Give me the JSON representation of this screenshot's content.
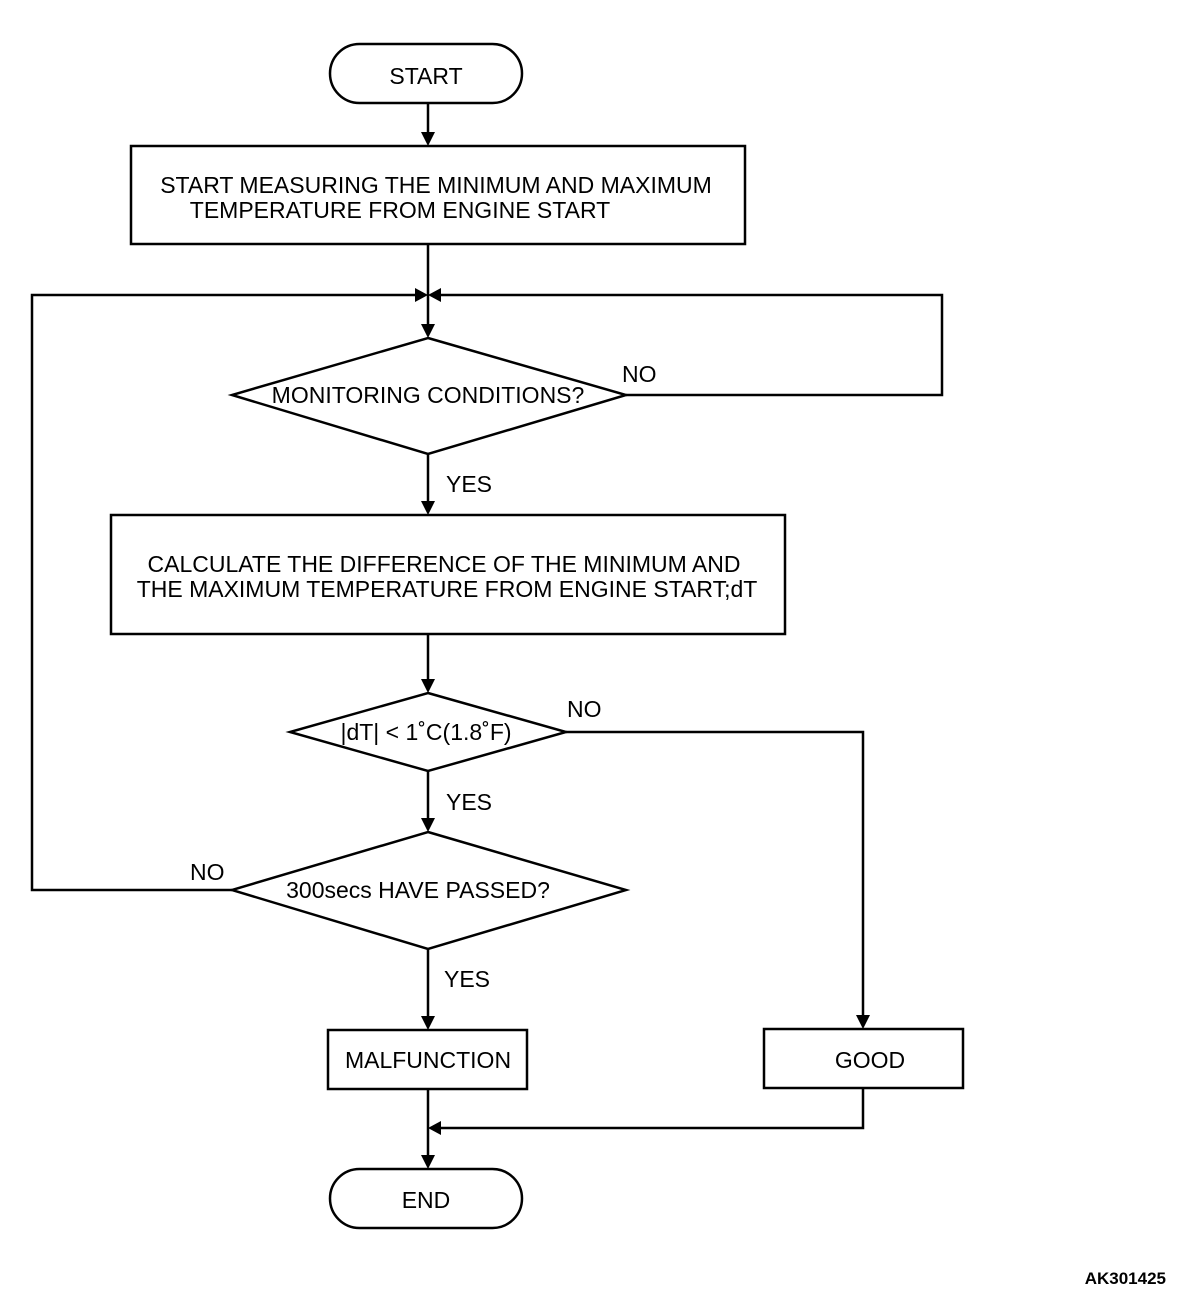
{
  "flowchart": {
    "start": "START",
    "step_measure": {
      "line1": "START MEASURING THE MINIMUM AND MAXIMUM",
      "line2": "TEMPERATURE FROM ENGINE START"
    },
    "decision_monitoring": "MONITORING CONDITIONS?",
    "step_calculate": {
      "line1": "CALCULATE THE DIFFERENCE OF THE MINIMUM AND",
      "line2": "THE MAXIMUM TEMPERATURE FROM ENGINE START;dT"
    },
    "decision_dt": "|dT| < 1˚C(1.8˚F)",
    "decision_time": "300secs HAVE PASSED?",
    "result_malfunction": "MALFUNCTION",
    "result_good": "GOOD",
    "end": "END",
    "labels": {
      "monitoring_no": "NO",
      "monitoring_yes": "YES",
      "dt_no": "NO",
      "dt_yes": "YES",
      "time_no": "NO",
      "time_yes": "YES"
    }
  },
  "figure_id": "AK301425"
}
